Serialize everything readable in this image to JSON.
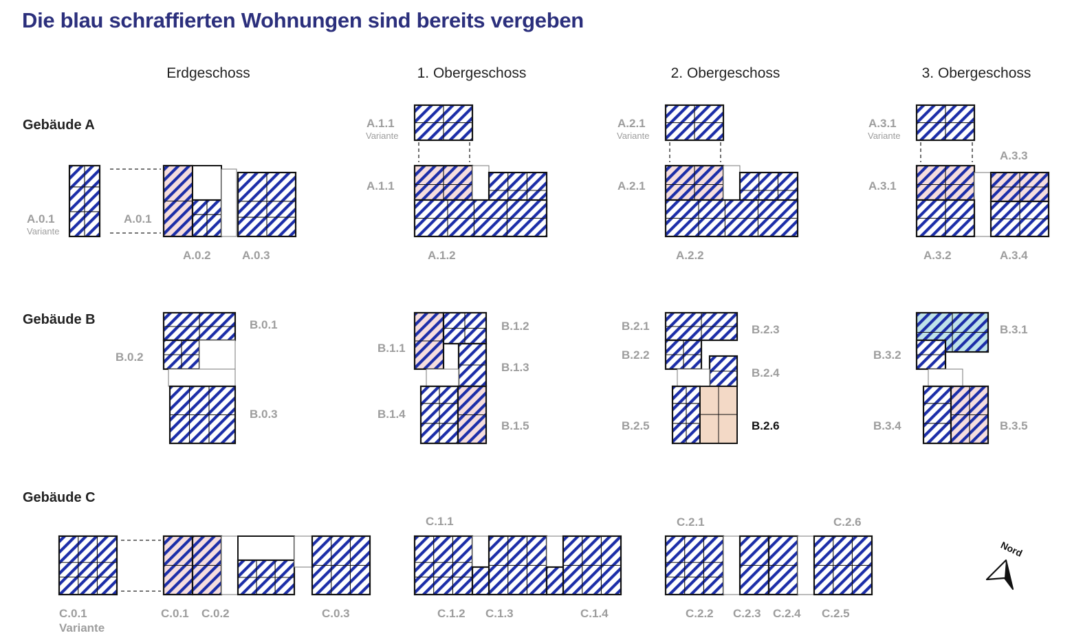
{
  "title": "Die blau schraffierten Wohnungen sind bereits vergeben",
  "columns": [
    "Erdgeschoss",
    "1. Obergeschoss",
    "2. Obergeschoss",
    "3. Obergeschoss"
  ],
  "rows": [
    "Gebäude A",
    "Gebäude B",
    "Gebäude C"
  ],
  "variant_label": "Variante",
  "north_label": "Nord",
  "colors": {
    "taken": "#1c2ea8",
    "available": "#f3d9c6",
    "highlight": "#bfe3ea",
    "title": "#2b2f7c",
    "label": "#9d9d9d"
  },
  "units": {
    "A01V": "A.0.1",
    "A01": "A.0.1",
    "A02": "A.0.2",
    "A03": "A.0.3",
    "A11V": "A.1.1",
    "A11": "A.1.1",
    "A12": "A.1.2",
    "A21V": "A.2.1",
    "A21": "A.2.1",
    "A22": "A.2.2",
    "A31V": "A.3.1",
    "A31": "A.3.1",
    "A33": "A.3.3",
    "A32": "A.3.2",
    "A34": "A.3.4",
    "B01": "B.0.1",
    "B02": "B.0.2",
    "B03": "B.0.3",
    "B12": "B.1.2",
    "B11": "B.1.1",
    "B13": "B.1.3",
    "B14": "B.1.4",
    "B15": "B.1.5",
    "B21": "B.2.1",
    "B23": "B.2.3",
    "B22": "B.2.2",
    "B24": "B.2.4",
    "B25": "B.2.5",
    "B26": "B.2.6",
    "B31": "B.3.1",
    "B32": "B.3.2",
    "B34": "B.3.4",
    "B35": "B.3.5",
    "C01V": "C.0.1",
    "C01": "C.0.1",
    "C02": "C.0.2",
    "C03": "C.0.3",
    "C11": "C.1.1",
    "C12": "C.1.2",
    "C13": "C.1.3",
    "C14": "C.1.4",
    "C21": "C.2.1",
    "C26": "C.2.6",
    "C22": "C.2.2",
    "C23": "C.2.3",
    "C24": "C.2.4",
    "C25": "C.2.5"
  }
}
